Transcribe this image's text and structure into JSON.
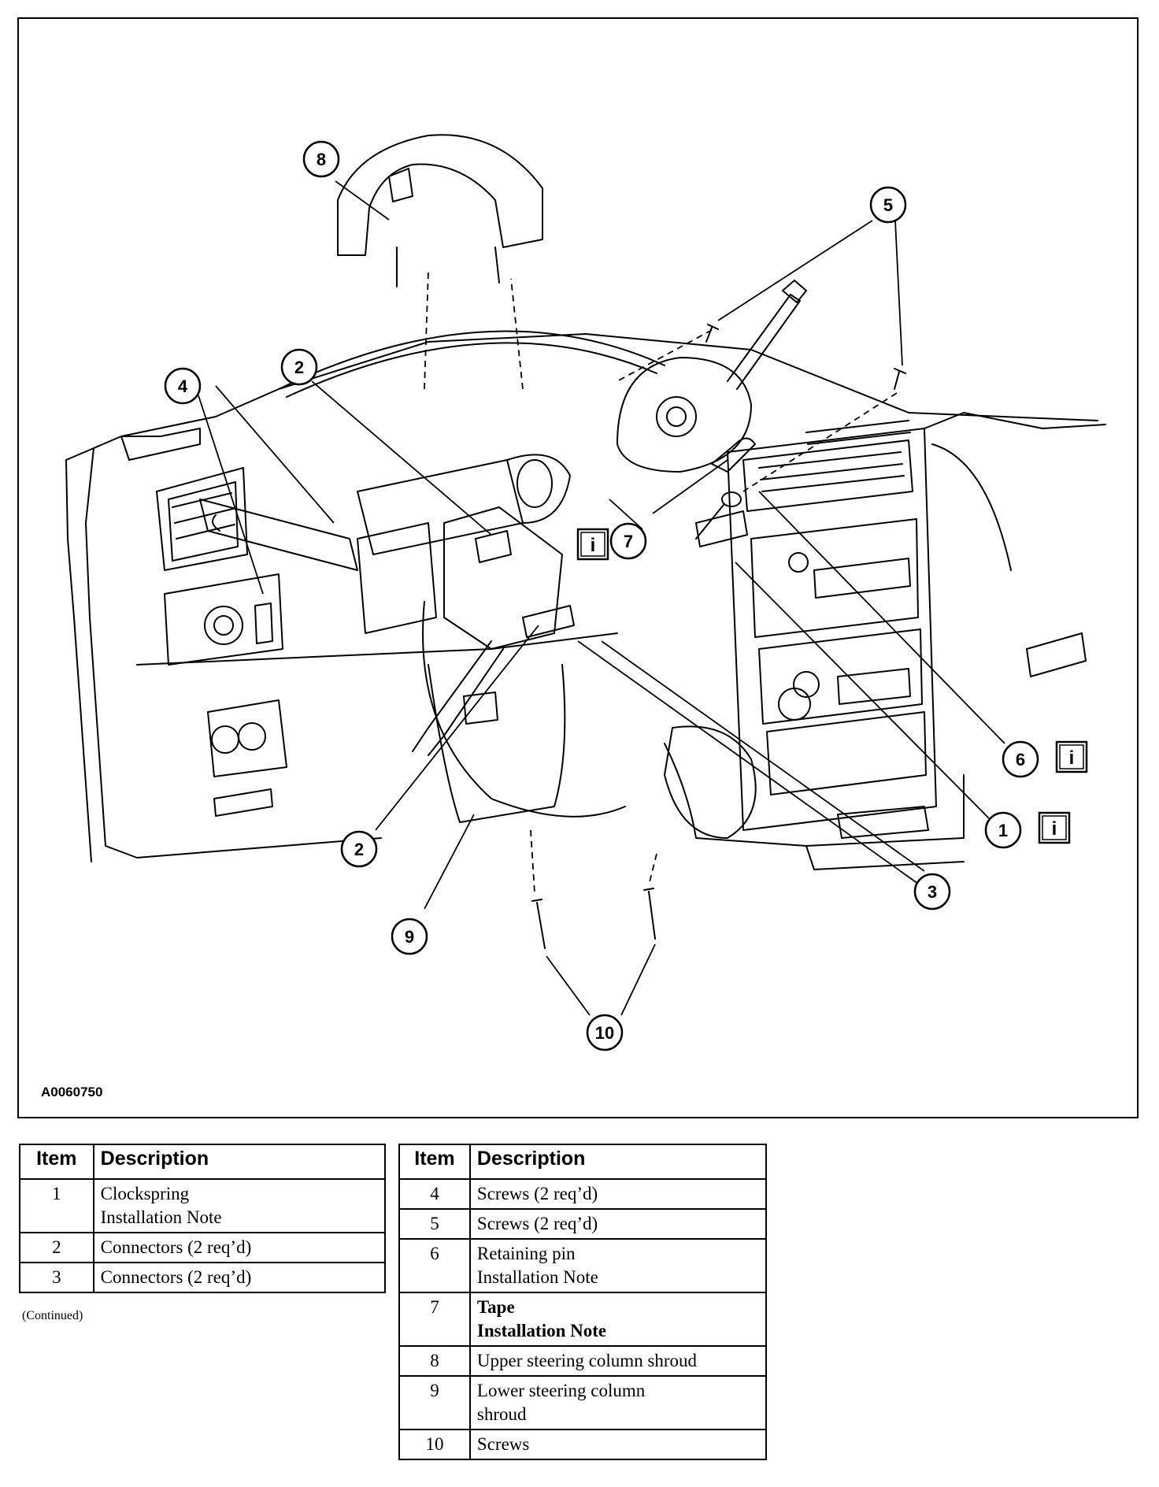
{
  "figure": {
    "id": "A0060750",
    "callouts": [
      {
        "key": "c8",
        "label": "8"
      },
      {
        "key": "c5",
        "label": "5"
      },
      {
        "key": "c2a",
        "label": "2"
      },
      {
        "key": "c4",
        "label": "4"
      },
      {
        "key": "c7",
        "label": "7"
      },
      {
        "key": "c6",
        "label": "6"
      },
      {
        "key": "c1",
        "label": "1"
      },
      {
        "key": "c2b",
        "label": "2"
      },
      {
        "key": "c3",
        "label": "3"
      },
      {
        "key": "c9",
        "label": "9"
      },
      {
        "key": "c10",
        "label": "10"
      }
    ],
    "info_icon": "info-box-icon",
    "info_glyph": "i"
  },
  "tables": {
    "header_item": "Item",
    "header_description": "Description",
    "left": [
      {
        "item": "1",
        "lines": [
          "Clockspring",
          "Installation Note"
        ]
      },
      {
        "item": "2",
        "lines": [
          "Connectors (2 req’d)"
        ]
      },
      {
        "item": "3",
        "lines": [
          "Connectors (2 req’d)"
        ]
      }
    ],
    "continued": "(Continued)",
    "right": [
      {
        "item": "4",
        "lines": [
          "Screws (2 req’d)"
        ]
      },
      {
        "item": "5",
        "lines": [
          "Screws (2 req’d)"
        ]
      },
      {
        "item": "6",
        "lines": [
          "Retaining pin",
          "Installation Note"
        ]
      },
      {
        "item": "7",
        "lines": [
          "Tape",
          "Installation Note"
        ],
        "bold": true
      },
      {
        "item": "8",
        "lines": [
          "Upper steering column shroud"
        ]
      },
      {
        "item": "9",
        "lines": [
          "Lower steering column",
          "shroud"
        ]
      },
      {
        "item": "10",
        "lines": [
          "Screws"
        ]
      }
    ]
  }
}
